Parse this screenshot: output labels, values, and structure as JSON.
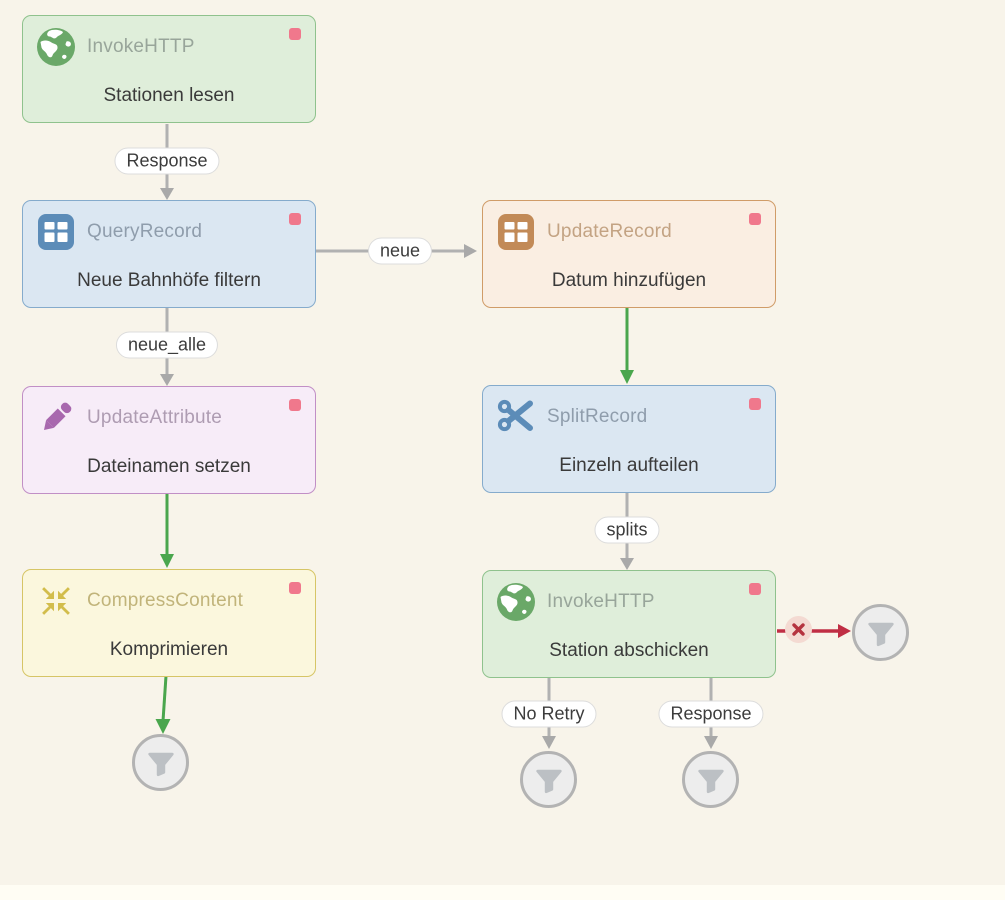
{
  "nodes": [
    {
      "type": "InvokeHTTP",
      "label": "Stationen lesen",
      "icon": "globe-icon",
      "theme": "green"
    },
    {
      "type": "QueryRecord",
      "label": "Neue Bahnhöfe filtern",
      "icon": "table-icon",
      "theme": "blue"
    },
    {
      "type": "UpdateRecord",
      "label": "Datum hinzufügen",
      "icon": "table-icon",
      "theme": "orange"
    },
    {
      "type": "UpdateAttribute",
      "label": "Dateinamen setzen",
      "icon": "pencil-icon",
      "theme": "purple"
    },
    {
      "type": "SplitRecord",
      "label": "Einzeln aufteilen",
      "icon": "scissors-icon",
      "theme": "blue"
    },
    {
      "type": "CompressContent",
      "label": "Komprimieren",
      "icon": "compress-icon",
      "theme": "yellow"
    },
    {
      "type": "InvokeHTTP",
      "label": "Station abschicken",
      "icon": "globe-icon",
      "theme": "green"
    }
  ],
  "edge_labels": {
    "stationen_response": "Response",
    "neue": "neue",
    "neue_alle": "neue_alle",
    "splits": "splits",
    "no_retry": "No Retry",
    "abschicken_response": "Response"
  },
  "funnels": {
    "icon": "funnel-icon",
    "count": 4
  },
  "terminated_marker": {
    "icon": "x-circle-icon"
  },
  "colors": {
    "canvas_bg": "#f8f4ea",
    "footer_bg": "#fffdf4",
    "edge_gray": "#b1b1b1",
    "edge_green": "#4aa64d",
    "edge_red": "#c02e44",
    "status_badge_pink": "#f0788c",
    "green_node_bg": "#dfeeda",
    "green_node_border": "#8fc28d",
    "blue_node_bg": "#dbe7f2",
    "blue_node_border": "#85abcc",
    "orange_node_bg": "#faeee2",
    "orange_node_border": "#d09c68",
    "purple_node_bg": "#f7ecf8",
    "purple_node_border": "#c18fc6",
    "yellow_node_bg": "#fbf7dd",
    "yellow_node_border": "#d6c566",
    "funnel_fill": "#ededed",
    "funnel_ring": "#b3b3b3",
    "funnel_glyph": "#bcc0c4"
  }
}
